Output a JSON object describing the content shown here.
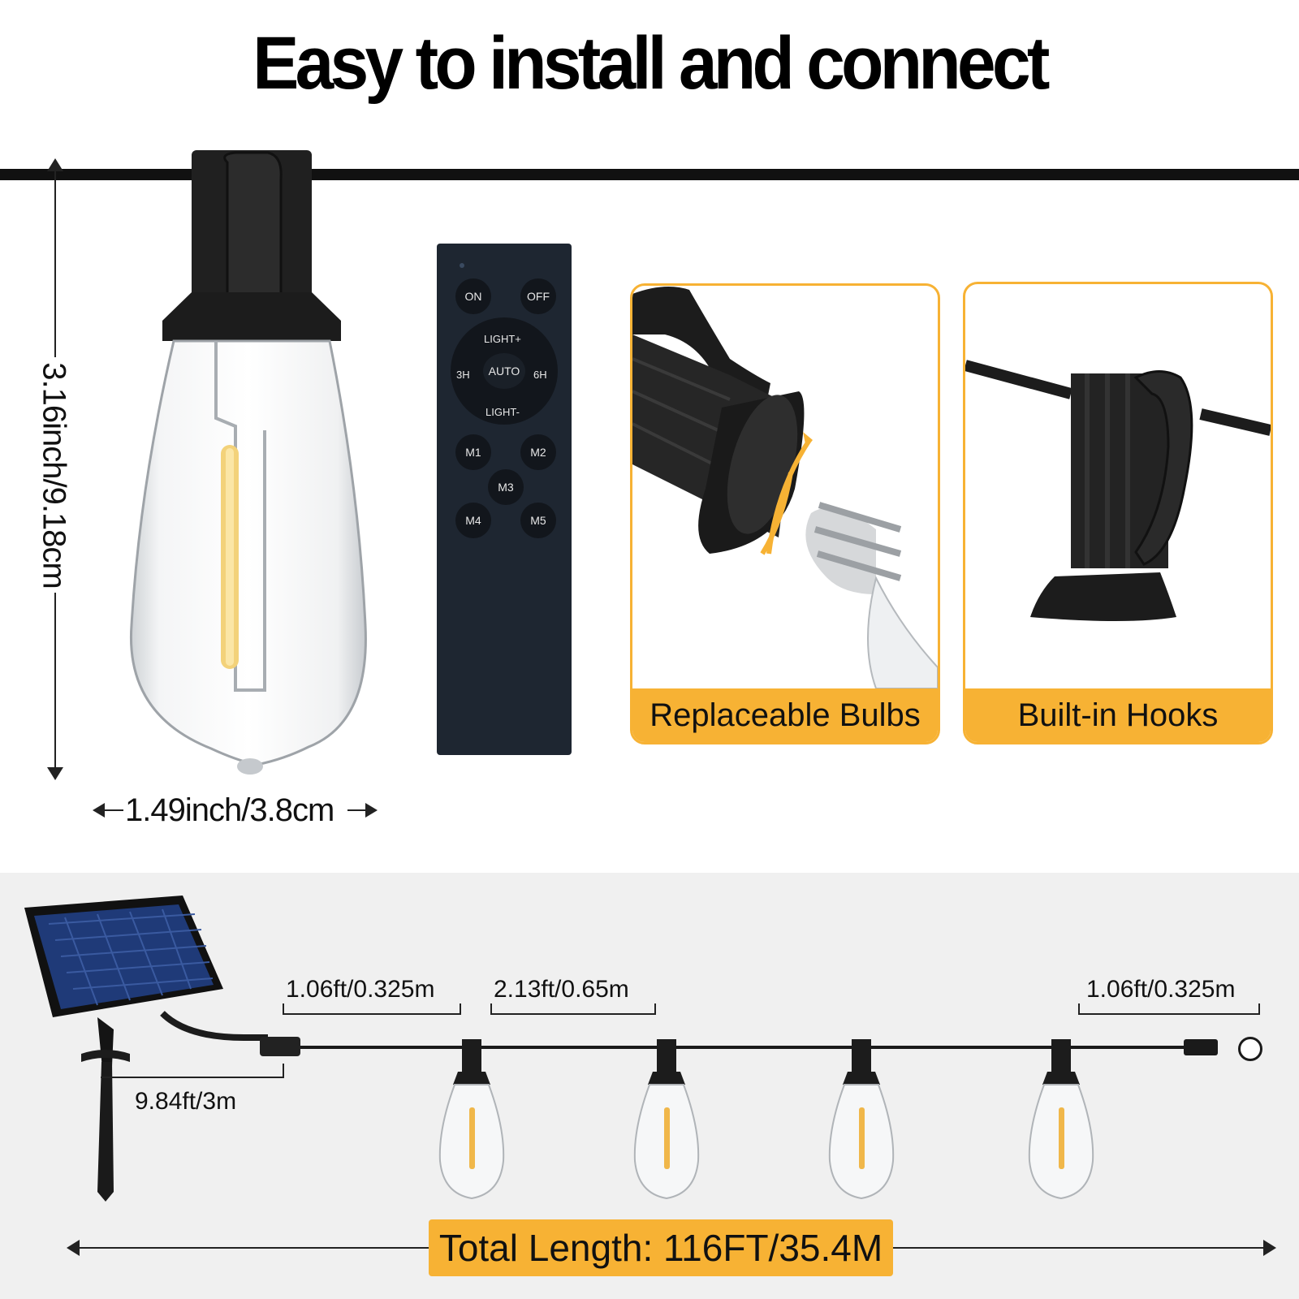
{
  "title": "Easy to install and connect",
  "dimensions": {
    "height_label": "3.16inch/9.18cm",
    "width_label": "1.49inch/3.8cm"
  },
  "remote": {
    "buttons": {
      "on": "ON",
      "off": "OFF",
      "light_plus": "LIGHT+",
      "light_minus": "LIGHT-",
      "timer_3h": "3H",
      "auto": "AUTO",
      "timer_6h": "6H",
      "m1": "M1",
      "m2": "M2",
      "m3": "M3",
      "m4": "M4",
      "m5": "M5"
    }
  },
  "features": [
    {
      "label": "Replaceable Bulbs"
    },
    {
      "label": "Built-in Hooks"
    }
  ],
  "spacing": {
    "first_gap": "1.06ft/0.325m",
    "bulb_gap": "2.13ft/0.65m",
    "last_gap": "1.06ft/0.325m",
    "lead_cable": "9.84ft/3m"
  },
  "total_length": "Total Length: 116FT/35.4M",
  "colors": {
    "accent": "#f7b234",
    "remote": "#1e2631",
    "panel_bg": "#f0f0f0",
    "solar_blue": "#1f3a78"
  }
}
